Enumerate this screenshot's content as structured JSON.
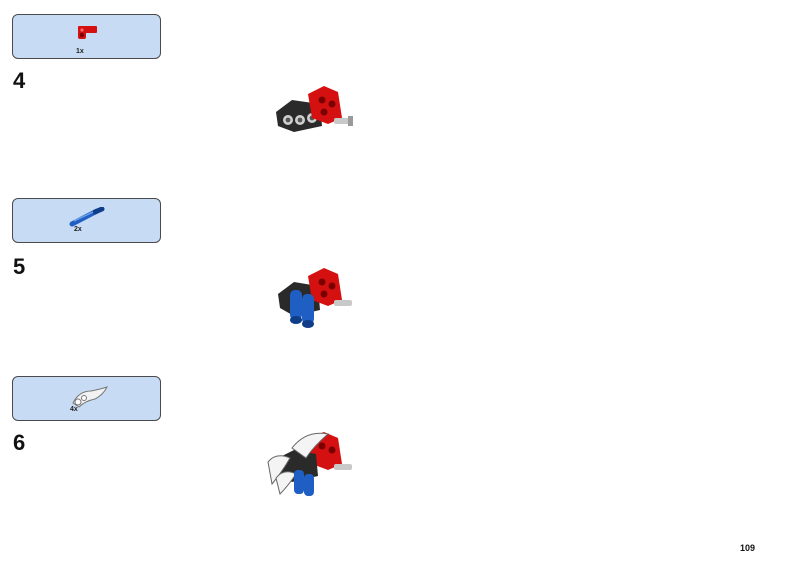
{
  "steps": [
    {
      "number": "4",
      "part_qty": "1x",
      "part_icon": "red-angle-connector-icon"
    },
    {
      "number": "5",
      "part_qty": "2x",
      "part_icon": "blue-pin-icon"
    },
    {
      "number": "6",
      "part_qty": "4x",
      "part_icon": "white-wing-plate-icon"
    }
  ],
  "page_number": "109",
  "colors": {
    "box": "#c7dcf4",
    "red": "#d51010",
    "blue": "#1f5fc4",
    "black": "#222222",
    "grey": "#b8b8b8"
  }
}
